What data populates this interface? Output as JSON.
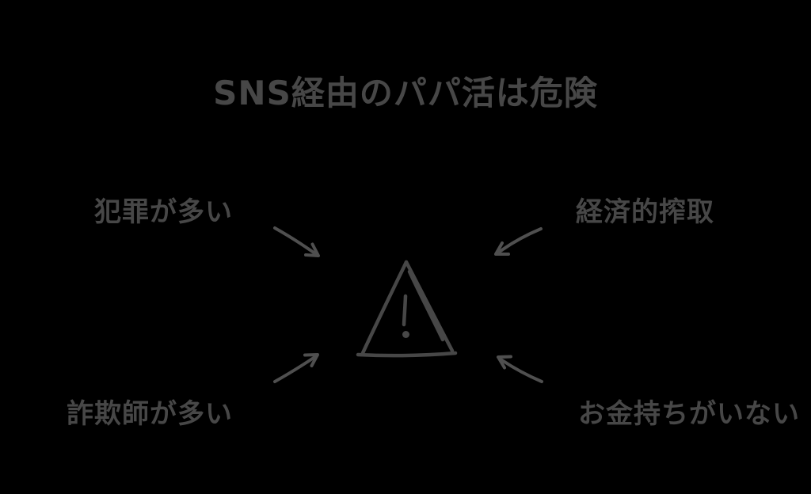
{
  "diagram": {
    "title": "SNS経由のパパ活は危険",
    "center_icon": "warning-triangle-icon",
    "causes": [
      {
        "id": "crime",
        "text": "犯罪が多い",
        "position": "top-left",
        "arrow_direction": "points-down-right-to-center"
      },
      {
        "id": "exploitation",
        "text": "経済的搾取",
        "position": "top-right",
        "arrow_direction": "points-down-left-to-center"
      },
      {
        "id": "scammers",
        "text": "詐欺師が多い",
        "position": "bottom-left",
        "arrow_direction": "points-up-right-to-center"
      },
      {
        "id": "no-rich-men",
        "text": "お金持ちがいない",
        "position": "bottom-right",
        "arrow_direction": "points-up-left-to-center"
      }
    ],
    "colors": {
      "background": "#000000",
      "text": "#474747",
      "line": "#4f4f4f"
    }
  }
}
